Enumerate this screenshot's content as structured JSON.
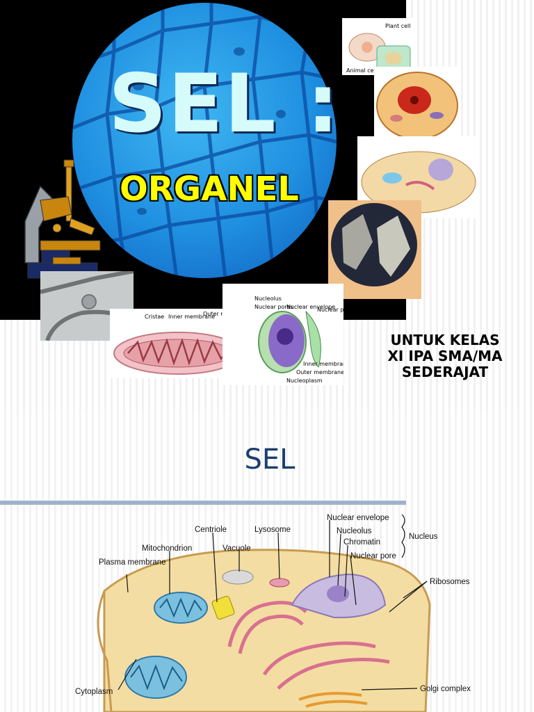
{
  "slide1": {
    "title_main": "SEL :",
    "title_sub": "ORGANEL",
    "subtitle_lines": [
      "UNTUK KELAS",
      "XI IPA SMA/MA",
      "SEDERAJAT"
    ],
    "mitochondrion_labels": [
      "Cristae",
      "Inner membrane",
      "Outer membrane"
    ],
    "nucleus_labels": [
      "Nucleolus",
      "Nuclear pores",
      "Nuclear envelope",
      "Nuclear pore",
      "Inner membrane",
      "Outer membrane",
      "Nucleoplasm"
    ],
    "small_cell_labels": [
      "Animal cell",
      "Plant cell"
    ]
  },
  "slide2": {
    "title": "SEL",
    "diagram_labels": {
      "centriole": "Centriole",
      "lysosome": "Lysosome",
      "nuclear_envelope": "Nuclear envelope",
      "nucleolus": "Nucleolus",
      "chromatin": "Chromatin",
      "nuclear_pore": "Nuclear pore",
      "nucleus": "Nucleus",
      "mitochondrion": "Mitochondrion",
      "vacuole": "Vacuole",
      "plasma_membrane": "Plasma membrane",
      "ribosomes": "Ribosomes",
      "cytoplasm": "Cytoplasm",
      "golgi_complex": "Golgi complex"
    }
  }
}
